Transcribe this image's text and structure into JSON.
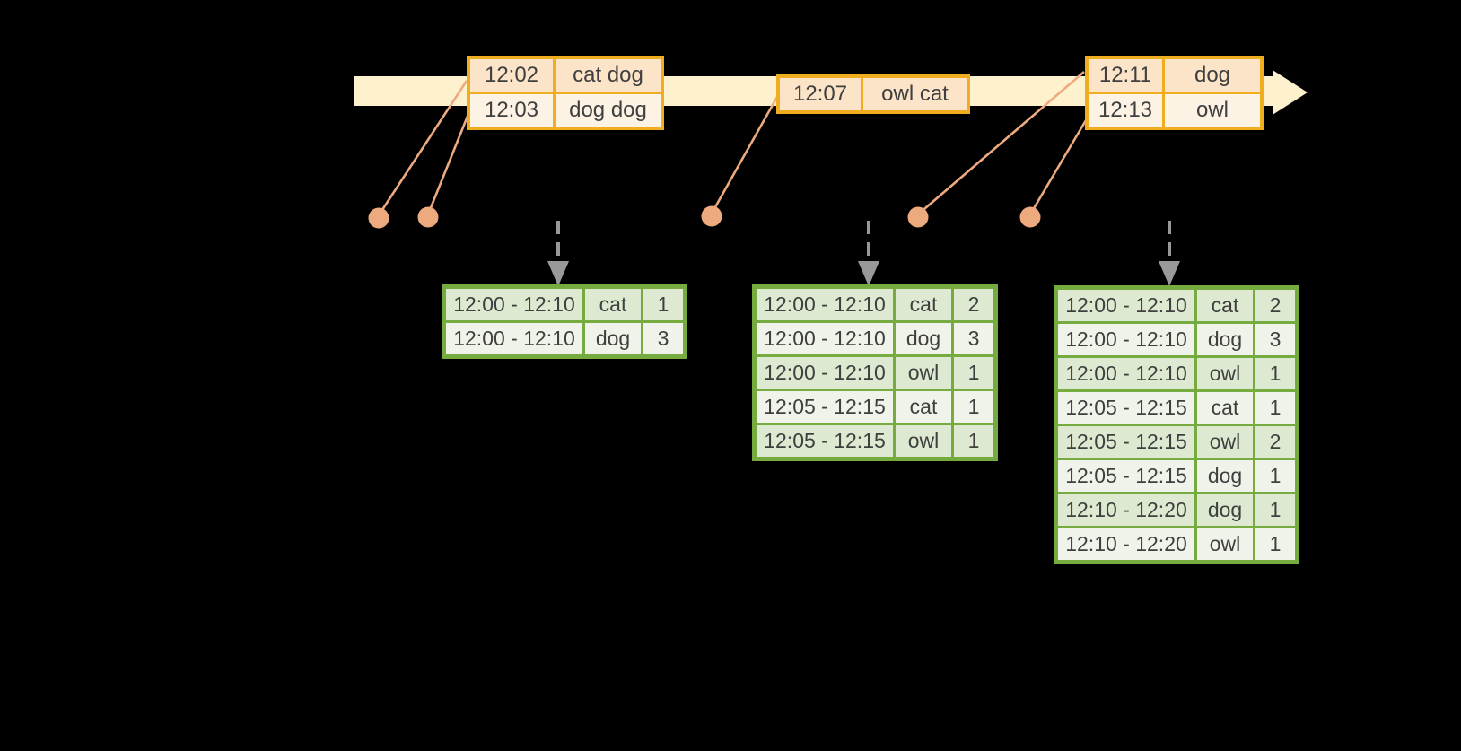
{
  "colors": {
    "background": "#000000",
    "timeline_fill": "#fdf2cd",
    "event_table_border": "#f0ad1f",
    "event_row_dark": "#fce4c8",
    "event_row_light": "#fdf3e4",
    "leader_line": "#edaa7e",
    "result_table_border": "#76ab3f",
    "result_row_dark": "#dde9d0",
    "result_row_light": "#eff3e9",
    "trigger_arrow_gray": "#999999",
    "table_text": "#3f3f3f"
  },
  "event_tables": [
    {
      "id": "event-table-1",
      "rows": [
        [
          "12:02",
          "cat dog"
        ],
        [
          "12:03",
          "dog dog"
        ]
      ]
    },
    {
      "id": "event-table-2",
      "rows": [
        [
          "12:07",
          "owl cat"
        ]
      ]
    },
    {
      "id": "event-table-3",
      "rows": [
        [
          "12:11",
          "dog"
        ],
        [
          "12:13",
          "owl"
        ]
      ]
    }
  ],
  "result_tables": [
    {
      "id": "result-table-1",
      "rows": [
        [
          "12:00 - 12:10",
          "cat",
          "1"
        ],
        [
          "12:00 - 12:10",
          "dog",
          "3"
        ]
      ]
    },
    {
      "id": "result-table-2",
      "rows": [
        [
          "12:00 - 12:10",
          "cat",
          "2"
        ],
        [
          "12:00 - 12:10",
          "dog",
          "3"
        ],
        [
          "12:00 - 12:10",
          "owl",
          "1"
        ],
        [
          "12:05 - 12:15",
          "cat",
          "1"
        ],
        [
          "12:05 - 12:15",
          "owl",
          "1"
        ]
      ]
    },
    {
      "id": "result-table-3",
      "rows": [
        [
          "12:00 - 12:10",
          "cat",
          "2"
        ],
        [
          "12:00 - 12:10",
          "dog",
          "3"
        ],
        [
          "12:00 - 12:10",
          "owl",
          "1"
        ],
        [
          "12:05 - 12:15",
          "cat",
          "1"
        ],
        [
          "12:05 - 12:15",
          "owl",
          "2"
        ],
        [
          "12:05 - 12:15",
          "dog",
          "1"
        ],
        [
          "12:10 - 12:20",
          "dog",
          "1"
        ],
        [
          "12:10 - 12:20",
          "owl",
          "1"
        ]
      ]
    }
  ]
}
